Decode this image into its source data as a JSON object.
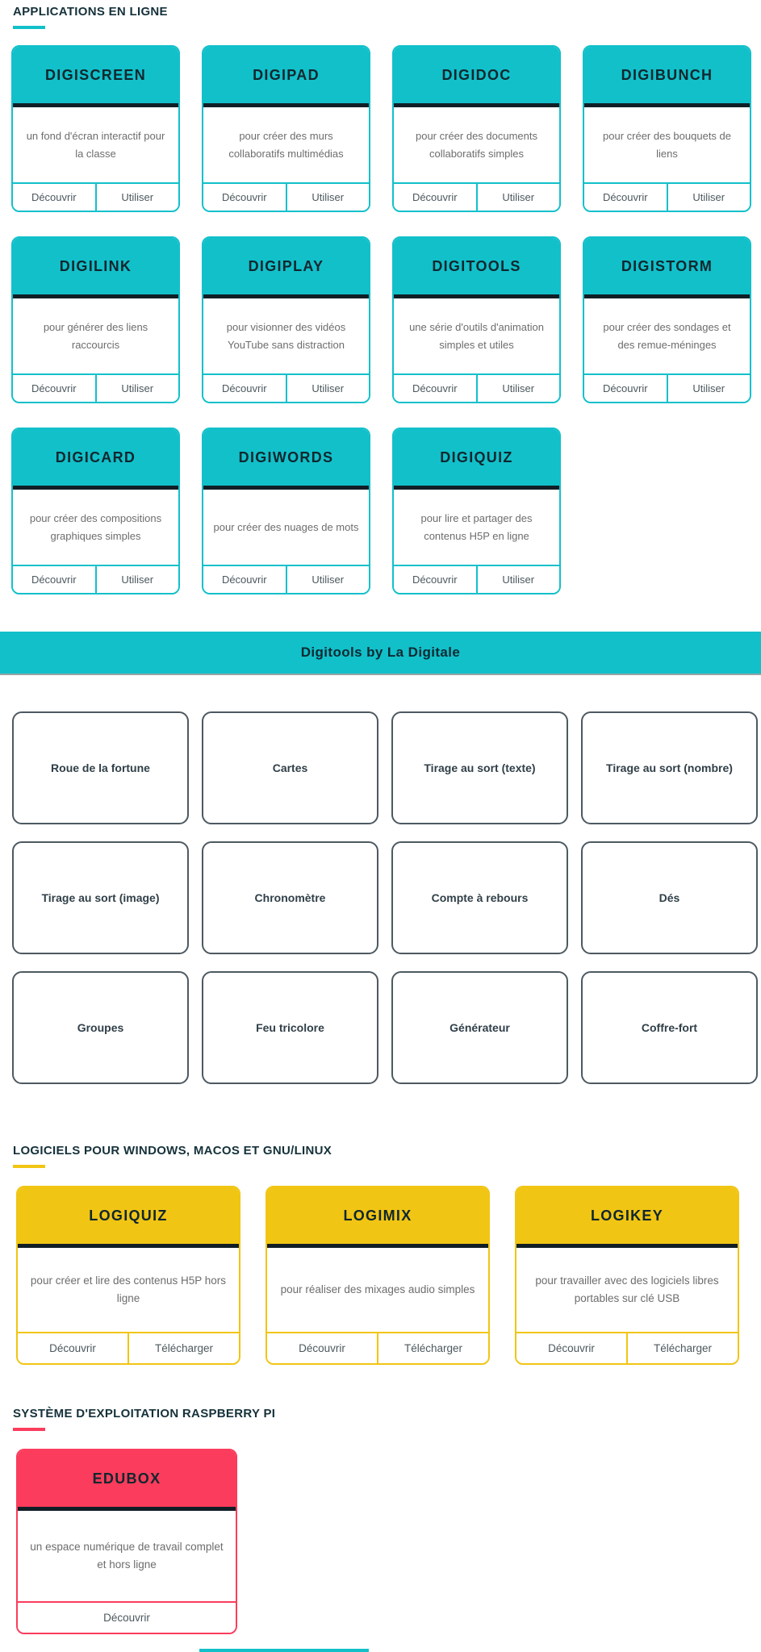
{
  "colors": {
    "teal": "#12c0ca",
    "yellow": "#f1c513",
    "red": "#fb3c5c",
    "dark_separator": "#111e26",
    "heading_text": "#15313a",
    "body_text": "#6d6d6d"
  },
  "apps": {
    "heading": "APPLICATIONS EN LIGNE",
    "discover_label": "Découvrir",
    "use_label": "Utiliser",
    "cards": [
      {
        "title": "DIGISCREEN",
        "description": "un fond d'écran interactif pour la classe"
      },
      {
        "title": "DIGIPAD",
        "description": "pour créer des murs collaboratifs multimédias"
      },
      {
        "title": "DIGIDOC",
        "description": "pour créer des documents collaboratifs simples"
      },
      {
        "title": "DIGIBUNCH",
        "description": "pour créer des bouquets de liens"
      },
      {
        "title": "DIGILINK",
        "description": "pour générer des liens raccourcis"
      },
      {
        "title": "DIGIPLAY",
        "description": "pour visionner des vidéos YouTube sans distraction"
      },
      {
        "title": "DIGITOOLS",
        "description": "une série d'outils d'animation simples et utiles"
      },
      {
        "title": "DIGISTORM",
        "description": "pour créer des sondages et des remue-méninges"
      },
      {
        "title": "DIGICARD",
        "description": "pour créer des compositions graphiques simples"
      },
      {
        "title": "DIGIWORDS",
        "description": "pour créer des nuages de mots"
      },
      {
        "title": "DIGIQUIZ",
        "description": "pour lire et partager des contenus H5P en ligne"
      }
    ]
  },
  "digitools": {
    "banner_title": "Digitools by La Digitale",
    "items": [
      "Roue de la fortune",
      "Cartes",
      "Tirage au sort (texte)",
      "Tirage au sort (nombre)",
      "Tirage au sort (image)",
      "Chronomètre",
      "Compte à rebours",
      "Dés",
      "Groupes",
      "Feu tricolore",
      "Générateur",
      "Coffre-fort"
    ]
  },
  "software": {
    "heading": "LOGICIELS POUR WINDOWS, MACOS ET GNU/LINUX",
    "discover_label": "Découvrir",
    "download_label": "Télécharger",
    "cards": [
      {
        "title": "LOGIQUIZ",
        "description": "pour créer et lire des contenus H5P hors ligne"
      },
      {
        "title": "LOGIMIX",
        "description": "pour réaliser des mixages audio simples"
      },
      {
        "title": "LOGIKEY",
        "description": "pour travailler avec des logiciels libres portables sur clé USB"
      }
    ]
  },
  "raspberry": {
    "heading": "SYSTÈME D'EXPLOITATION RASPBERRY PI",
    "discover_label": "Découvrir",
    "cards": [
      {
        "title": "EDUBOX",
        "description": "un espace numérique de travail complet et hors ligne"
      }
    ]
  }
}
